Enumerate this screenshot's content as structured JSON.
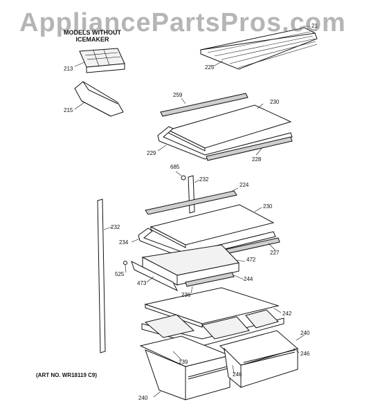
{
  "watermark": "AppliancePartsPros.com",
  "header": {
    "line1": "MODELS WITHOUT",
    "line2": "ICEMAKER"
  },
  "art_no": "(ART NO. WR18119 C9)",
  "callouts": {
    "c21": "21",
    "c213": "213",
    "c215": "215",
    "c225": "225",
    "c259": "259",
    "c230a": "230",
    "c229": "229",
    "c228": "228",
    "c685": "685",
    "c232a": "232",
    "c224": "224",
    "c230b": "230",
    "c232b": "232",
    "c234": "234",
    "c227": "227",
    "c472": "472",
    "c525": "525",
    "c473": "473",
    "c244": "244",
    "c236": "236",
    "c242": "242",
    "c240a": "240",
    "c246a": "246",
    "c239": "239",
    "c246b": "246",
    "c240b": "240"
  }
}
